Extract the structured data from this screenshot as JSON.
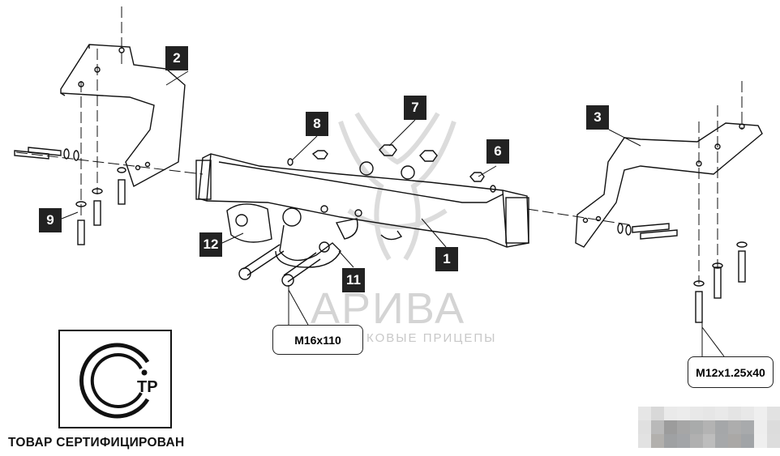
{
  "watermark": {
    "brand": "АРИВА",
    "tagline": "КОВЫЕ ПРИЦЕПЫ"
  },
  "part_labels": {
    "p1": "1",
    "p2": "2",
    "p3": "3",
    "p6": "6",
    "p7": "7",
    "p8": "8",
    "p9": "9",
    "p11": "11",
    "p12": "12"
  },
  "bolt_specs": {
    "ball_bolt": "M16x110",
    "bracket_bolt": "M12x1.25x40"
  },
  "certification": {
    "logo_text": "СТР",
    "caption": "ТОВАР СЕРТИФИЦИРОВАН"
  },
  "colors": {
    "ink": "#111111",
    "tag_bg": "#222222",
    "watermark": "#d4d4d4"
  }
}
